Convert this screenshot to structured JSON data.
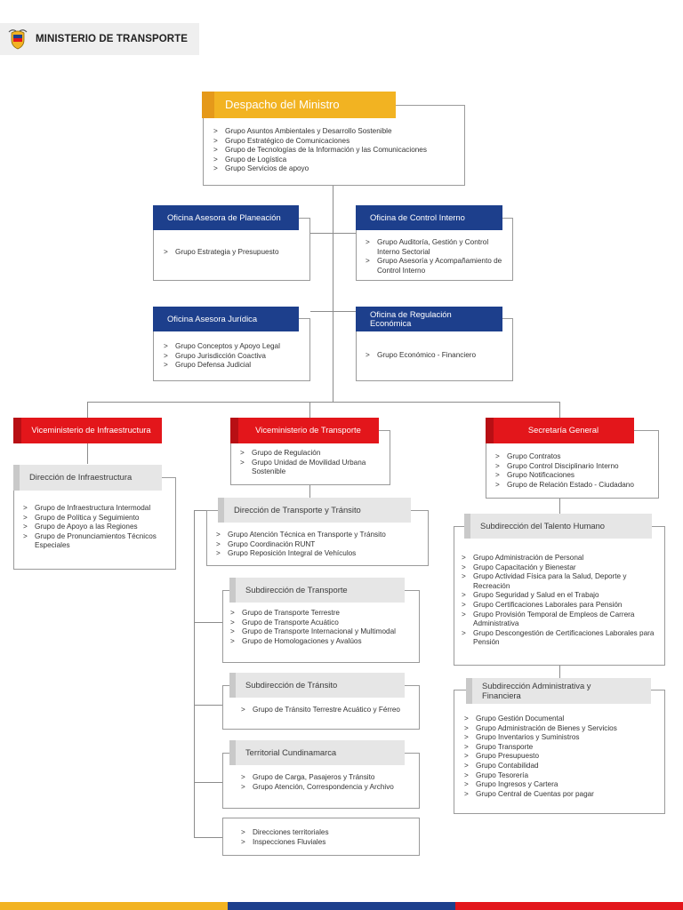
{
  "header": {
    "title": "MINISTERIO DE TRANSPORTE"
  },
  "despacho": {
    "title": "Despacho del Ministro",
    "items": [
      "Grupo Asuntos Ambientales y Desarrollo Sostenible",
      "Grupo Estratégico de Comunicaciones",
      "Grupo de Tecnologías de la Información y las Comunicaciones",
      "Grupo de Logística",
      "Grupo Servicios de apoyo"
    ]
  },
  "planeacion": {
    "title": "Oficina Asesora de Planeación",
    "items": [
      "Grupo Estrategia y Presupuesto"
    ]
  },
  "control": {
    "title": "Oficina de Control Interno",
    "items": [
      "Grupo Auditoría, Gestión y Control Interno Sectorial",
      "Grupo Asesoría y Acompañamiento de Control Interno"
    ]
  },
  "juridica": {
    "title": "Oficina Asesora Jurídica",
    "items": [
      "Grupo Conceptos y Apoyo Legal",
      "Grupo Jurisdicción Coactiva",
      "Grupo Defensa Judicial"
    ]
  },
  "regulacion": {
    "title": "Oficina de Regulación Económica",
    "items": [
      "Grupo Económico - Financiero"
    ]
  },
  "vice_infra": {
    "title": "Viceministerio de Infraestructura"
  },
  "dir_infra": {
    "title": "Dirección de Infraestructura",
    "items": [
      "Grupo de Infraestructura Intermodal",
      "Grupo de Política y Seguimiento",
      "Grupo de Apoyo a las Regiones",
      "Grupo de Pronunciamientos Técnicos Especiales"
    ]
  },
  "vice_trans": {
    "title": "Viceministerio de Transporte",
    "items": [
      "Grupo de Regulación",
      "Grupo Unidad de Movilidad Urbana Sostenible"
    ]
  },
  "dir_trans": {
    "title": "Dirección de Transporte y Tránsito",
    "items": [
      "Grupo Atención Técnica en Transporte y Tránsito",
      "Grupo Coordinación RUNT",
      "Grupo Reposición Integral de Vehículos"
    ]
  },
  "sub_transporte": {
    "title": "Subdirección de Transporte",
    "items": [
      "Grupo de Transporte Terrestre",
      "Grupo de Transporte Acuático",
      "Grupo de Transporte Internacional y Multimodal",
      "Grupo de Homologaciones y Avalúos"
    ]
  },
  "sub_transito": {
    "title": "Subdirección de Tránsito",
    "items": [
      "Grupo de Tránsito Terrestre Acuático y Férreo"
    ]
  },
  "territorial": {
    "title": "Territorial Cundinamarca",
    "items": [
      "Grupo de Carga, Pasajeros y Tránsito",
      "Grupo Atención, Correspondencia y Archivo"
    ]
  },
  "direcciones": {
    "items": [
      "Direcciones territoriales",
      "Inspecciones Fluviales"
    ]
  },
  "secretaria": {
    "title": "Secretaría General",
    "items": [
      "Grupo Contratos",
      "Grupo Control Disciplinario Interno",
      "Grupo Notificaciones",
      "Grupo de Relación Estado - Ciudadano"
    ]
  },
  "talento": {
    "title": "Subdirección del Talento Humano",
    "items": [
      "Grupo Administración de Personal",
      "Grupo Capacitación y Bienestar",
      "Grupo Actividad Física para la Salud, Deporte y Recreación",
      "Grupo Seguridad y Salud en el Trabajo",
      "Grupo Certificaciones Laborales para Pensión",
      "Grupo Provisión Temporal de Empleos de Carrera Administrativa",
      "Grupo Descongestión de Certificaciones Laborales para Pensión"
    ]
  },
  "administrativa": {
    "title": "Subdirección Administrativa y Financiera",
    "items": [
      "Grupo Gestión Documental",
      "Grupo Administración de Bienes y Servicios",
      "Grupo Inventarios y Suministros",
      "Grupo Transporte",
      "Grupo Presupuesto",
      "Grupo Contabilidad",
      "Grupo Tesorería",
      "Grupo Ingresos y Cartera",
      "Grupo Central de Cuentas por pagar"
    ]
  },
  "colors": {
    "gold": "#f2b322",
    "blue": "#1d3f8c",
    "red": "#e3161b",
    "gray": "#e6e6e6",
    "stripe_blue": "#1d3f8c"
  }
}
